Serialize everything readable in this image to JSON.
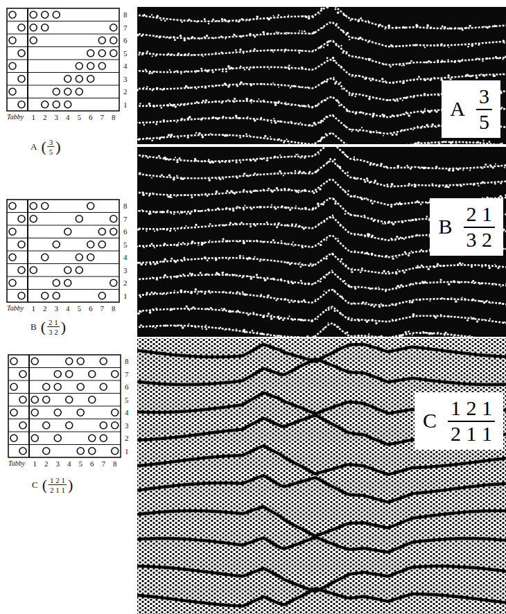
{
  "diagram": {
    "nodes": [
      {
        "text": [
          "A",
          "3",
          "5"
        ]
      },
      {
        "text": [
          "B",
          "2 1",
          "3 2"
        ]
      },
      {
        "text": [
          "C",
          "1 2 1",
          "2 1 1"
        ]
      }
    ],
    "labels": [
      "8",
      "7",
      "6",
      "5",
      "4",
      "3",
      "2",
      "1",
      "Tabby",
      "1",
      "2",
      "3",
      "4",
      "5",
      "6",
      "7",
      "8",
      "A",
      "(",
      "3",
      "5",
      ")",
      "8",
      "7",
      "6",
      "5",
      "4",
      "3",
      "2",
      "1",
      "Tabby",
      "1",
      "2",
      "3",
      "4",
      "5",
      "6",
      "7",
      "8",
      "B",
      "(",
      "2 1",
      "3 2",
      ")",
      "8",
      "7",
      "6",
      "5",
      "4",
      "3",
      "2",
      "1",
      "Tabby",
      "1",
      "2",
      "3",
      "4",
      "5",
      "6",
      "7",
      "8",
      "C",
      "(",
      "1 2 1",
      "2 1 1",
      ")"
    ]
  }
}
